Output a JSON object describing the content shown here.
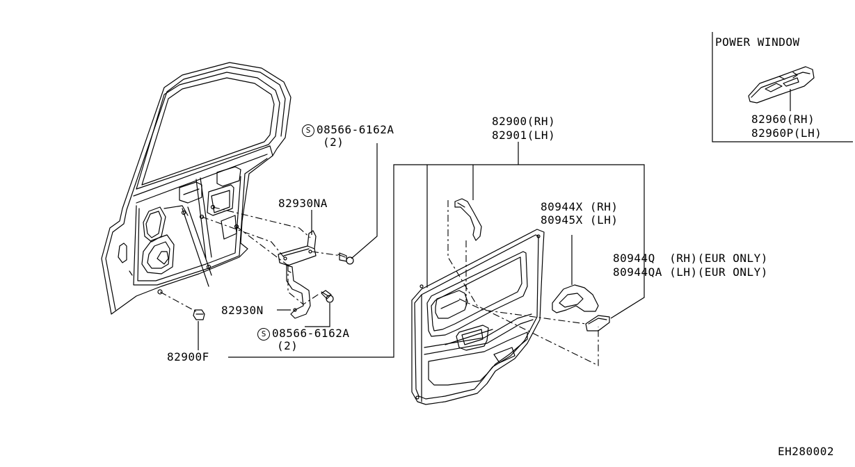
{
  "colors": {
    "line": "#000000",
    "background": "#ffffff"
  },
  "parts": {
    "screw_top": {
      "symbol": "S",
      "number": "08566-6162A",
      "qty": "(2)"
    },
    "bracket_upper": "82930NA",
    "bracket_lower": "82930N",
    "screw_bottom": {
      "symbol": "S",
      "number": "08566-6162A",
      "qty": "(2)"
    },
    "clip": "82900F",
    "trim_rh": "82900(RH)",
    "trim_lh": "82901(LH)",
    "pull_rh": "80944X (RH)",
    "pull_lh": "80945X (LH)",
    "cap_rh": "80944Q  (RH)(EUR ONLY)",
    "cap_lh": "80944QA (LH)(EUR ONLY)"
  },
  "inset": {
    "title": "POWER WINDOW",
    "switch_rh": "82960(RH)",
    "switch_lh": "82960P(LH)"
  },
  "drawing_code": "EH280002"
}
